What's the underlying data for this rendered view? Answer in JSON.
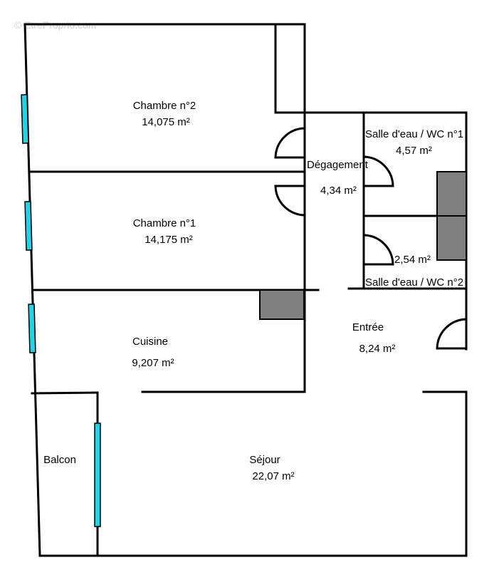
{
  "watermark": "© EtreProprio.com",
  "colors": {
    "wall": "#000000",
    "window": "#22d3e6",
    "shaft": "#808080",
    "watermark": "#d0d0d0",
    "background": "#ffffff"
  },
  "rooms": {
    "chambre2": {
      "name": "Chambre n°2",
      "area": "14,075  m²"
    },
    "chambre1": {
      "name": "Chambre n°1",
      "area": "14,175  m²"
    },
    "degagement": {
      "name": "Dégagement",
      "area": "4,34  m²"
    },
    "sde1": {
      "name": "Salle d'eau / WC n°1",
      "area": "4,57  m²"
    },
    "sde2": {
      "name": "Salle d'eau / WC n°2",
      "area": "2,54  m²"
    },
    "cuisine": {
      "name": "Cuisine",
      "area": "9,207  m²"
    },
    "entree": {
      "name": "Entrée",
      "area": "8,24  m²"
    },
    "sejour": {
      "name": "Séjour",
      "area": "22,07  m²"
    },
    "balcon": {
      "name": "Balcon"
    }
  }
}
